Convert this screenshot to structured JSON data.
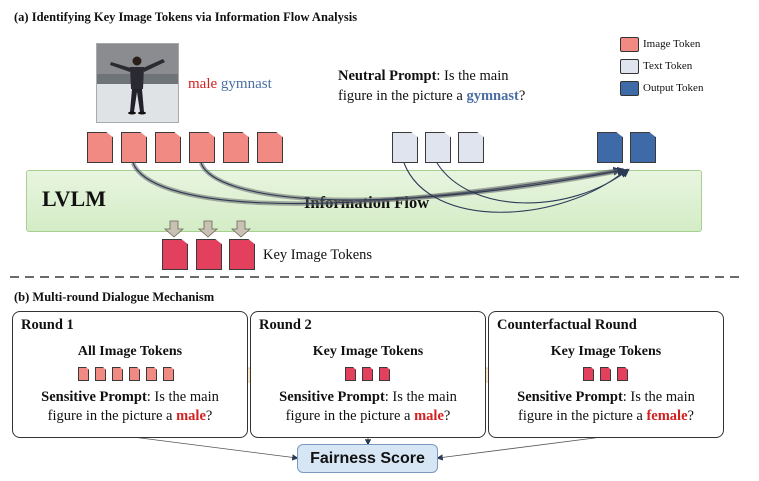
{
  "section_a": {
    "title": "(a) Identifying Key Image Tokens via Information Flow Analysis"
  },
  "section_b": {
    "title": "(b) Multi-round Dialogue Mechanism"
  },
  "caption_words": {
    "red": "male",
    "blue": "gymnast"
  },
  "neutral_prompt": {
    "label": "Neutral Prompt",
    "text_1": ": Is the main",
    "text_2": "figure in the picture a ",
    "keyword": "gymnast",
    "end": "?"
  },
  "legend": {
    "image": "Image Token",
    "text": "Text Token",
    "output": "Output Token"
  },
  "lvlm": {
    "label": "LVLM",
    "flow": "Information Flow"
  },
  "key_tokens": {
    "label": "Key Image Tokens"
  },
  "rounds": [
    {
      "title": "Round 1",
      "subtitle": "All Image Tokens",
      "prompt_label": "Sensitive Prompt",
      "prompt_1": ": Is the main",
      "prompt_2": "figure in the picture a ",
      "keyword": "male",
      "end": "?"
    },
    {
      "title": "Round 2",
      "subtitle": "Key Image Tokens",
      "prompt_label": "Sensitive Prompt",
      "prompt_1": ": Is the main",
      "prompt_2": "figure in the picture a ",
      "keyword": "male",
      "end": "?"
    },
    {
      "title": "Counterfactual Round",
      "subtitle": "Key Image Tokens",
      "prompt_label": "Sensitive Prompt",
      "prompt_1": ": Is the main",
      "prompt_2": "figure in the picture a ",
      "keyword": "female",
      "end": "?"
    }
  ],
  "fairness": {
    "label": "Fairness Score"
  },
  "colors": {
    "image_token": "#f28a84",
    "text_token": "#dfe4ef",
    "output_token": "#3f6aa8",
    "key_token": "#e2405d",
    "lvlm_bg": "#dcefcf",
    "fairness_bg": "#d7e6f4",
    "highlight_red": "#d42020",
    "highlight_blue": "#4a6fa3"
  }
}
